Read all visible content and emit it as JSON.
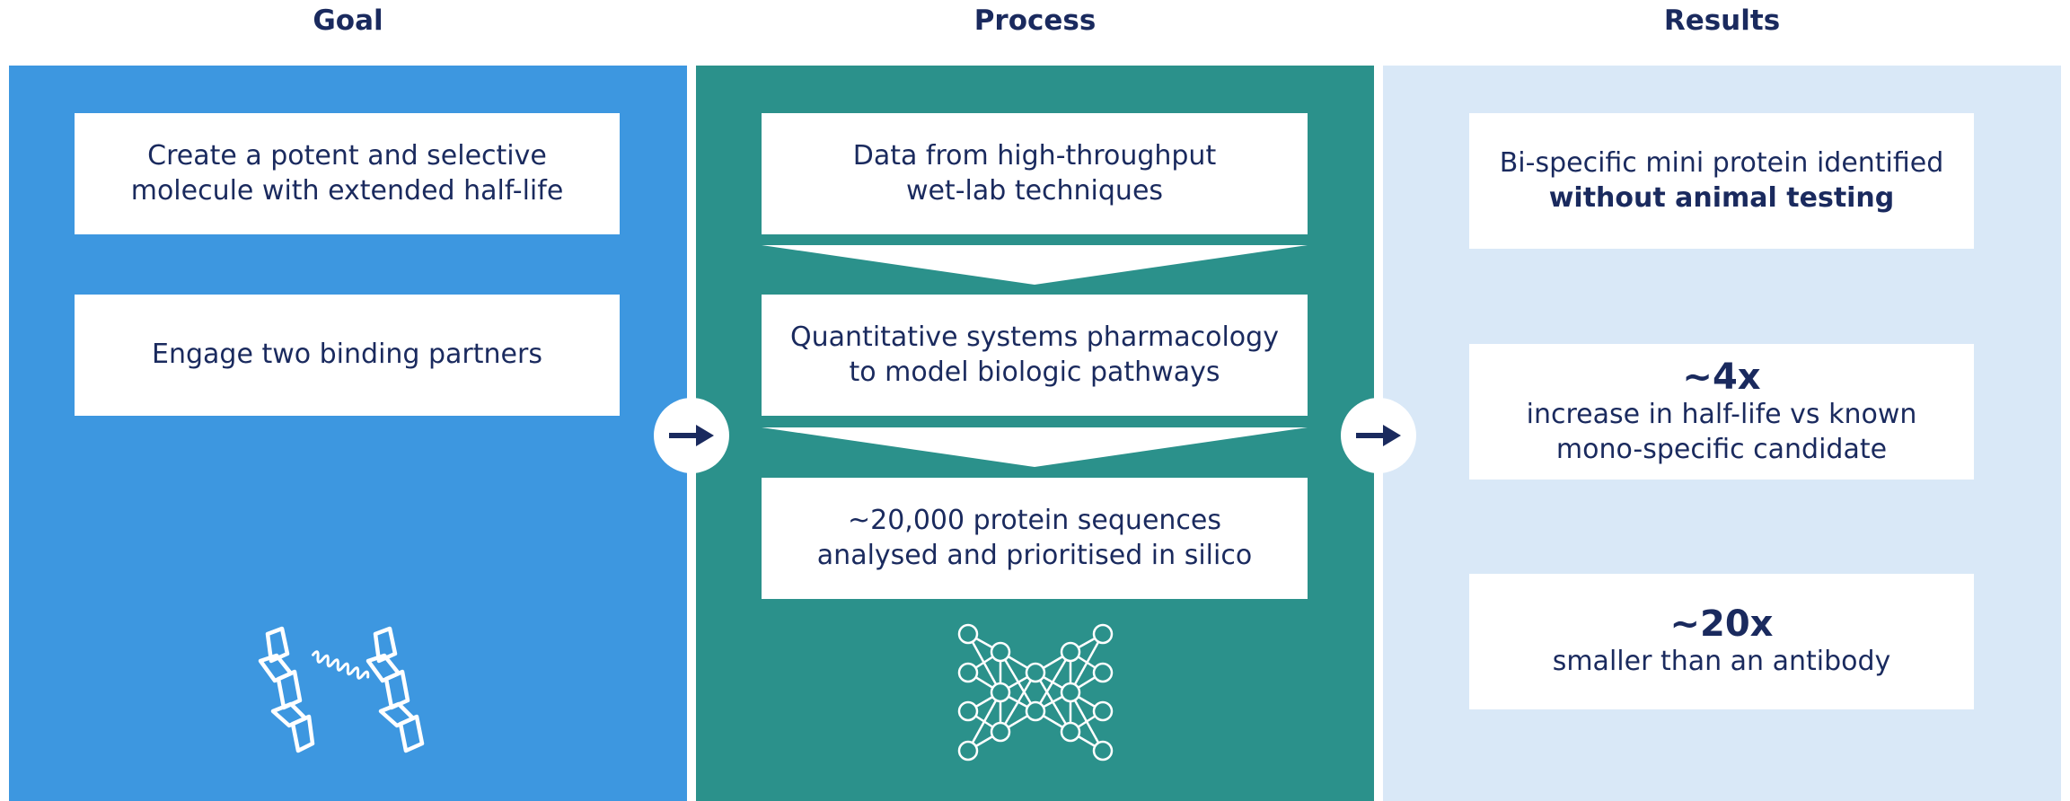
{
  "columns": {
    "goal": {
      "title": "Goal",
      "boxes": [
        {
          "lines": [
            "Create a potent and selective",
            "molecule with extended half-life"
          ]
        },
        {
          "lines": [
            "Engage two binding partners"
          ]
        }
      ],
      "icon": "protein-helix-icon"
    },
    "process": {
      "title": "Process",
      "boxes": [
        {
          "lines": [
            "Data from high-throughput",
            "wet-lab techniques"
          ]
        },
        {
          "lines": [
            "Quantitative systems pharmacology",
            "to model biologic pathways"
          ]
        },
        {
          "lines": [
            "~20,000 protein sequences",
            "analysed and prioritised in silico"
          ]
        }
      ],
      "icon": "neural-network-icon"
    },
    "results": {
      "title": "Results",
      "boxes": [
        {
          "lines": [
            "Bi-specific mini protein identified",
            "without animal testing"
          ]
        },
        {
          "headline": "~4x",
          "lines": [
            "increase in half-life vs known",
            "mono-specific candidate"
          ]
        },
        {
          "headline": "~20x",
          "lines": [
            "smaller than an antibody"
          ]
        }
      ]
    }
  },
  "connectors": {
    "icon": "arrow-right-icon"
  },
  "colors": {
    "goal_panel": "#3d97e0",
    "process_panel": "#2b918b",
    "results_panel": "#d9e8f7",
    "text": "#1a2a5e",
    "box": "#ffffff"
  }
}
